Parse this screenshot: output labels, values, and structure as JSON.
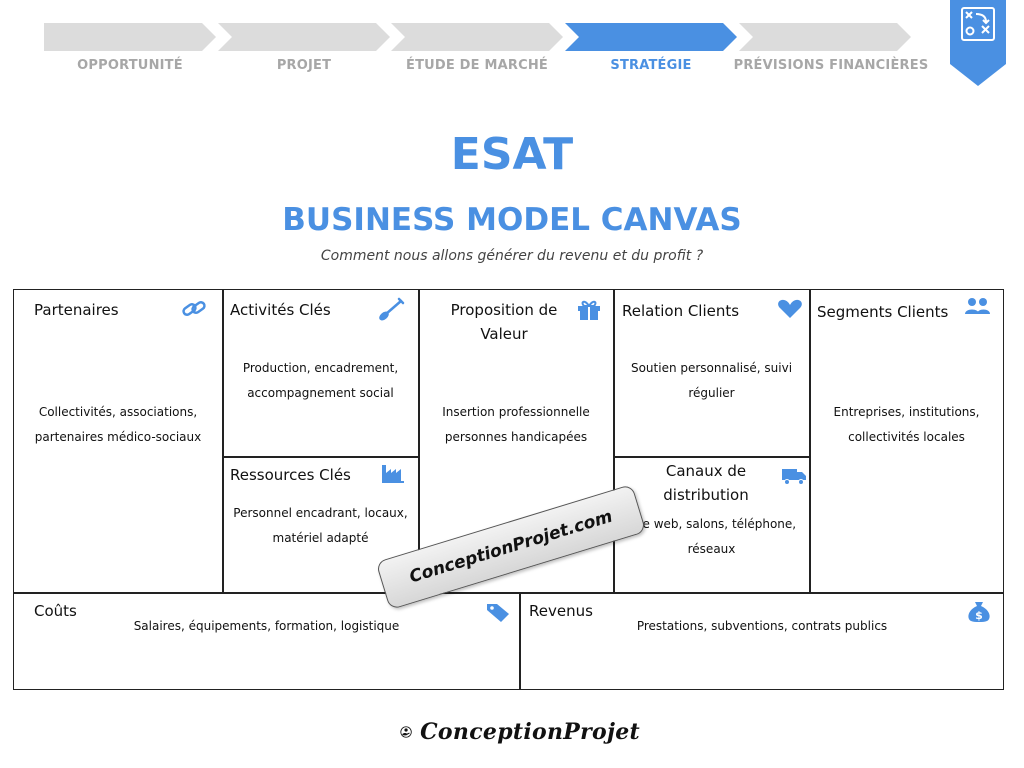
{
  "stepper": {
    "steps": [
      {
        "label": "OPPORTUNITÉ",
        "active": false
      },
      {
        "label": "PROJET",
        "active": false
      },
      {
        "label": "ÉTUDE DE MARCHÉ",
        "active": false
      },
      {
        "label": "STRATÉGIE",
        "active": true
      },
      {
        "label": "PRÉVISIONS FINANCIÈRES",
        "active": false
      }
    ],
    "inactive_color": "#dcdcdc",
    "active_color": "#4a90e2",
    "badge_icon": "strategy-board-icon"
  },
  "header": {
    "title": "ESAT",
    "subtitle": "BUSINESS MODEL CANVAS",
    "description": "Comment nous allons générer du revenu et du profit ?"
  },
  "canvas": {
    "partenaires": {
      "title": "Partenaires",
      "icon": "link-icon",
      "body": [
        "Collectivités, associations,",
        "partenaires médico-sociaux"
      ]
    },
    "activites": {
      "title": "Activités Clés",
      "icon": "shovel-icon",
      "body": [
        "Production, encadrement,",
        "accompagnement social"
      ]
    },
    "ressources": {
      "title": "Ressources Clés",
      "icon": "factory-icon",
      "body": [
        "Personnel encadrant, locaux,",
        "matériel adapté"
      ]
    },
    "proposition": {
      "title_lines": [
        "Proposition de",
        "Valeur"
      ],
      "icon": "gift-icon",
      "body": [
        "Insertion professionnelle",
        "personnes handicapées"
      ]
    },
    "relation": {
      "title": "Relation Clients",
      "icon": "heart-icon",
      "body": [
        "Soutien personnalisé, suivi",
        "régulier"
      ]
    },
    "canaux": {
      "title_lines": [
        "Canaux de",
        "distribution"
      ],
      "icon": "truck-icon",
      "body": [
        "Site web, salons, téléphone,",
        "réseaux"
      ]
    },
    "segments": {
      "title": "Segments Clients",
      "icon": "users-icon",
      "body": [
        "Entreprises, institutions,",
        "collectivités locales"
      ]
    },
    "couts": {
      "title": "Coûts",
      "icon": "price-tag-icon",
      "body": [
        "Salaires, équipements, formation, logistique"
      ]
    },
    "revenus": {
      "title": "Revenus",
      "icon": "money-bag-icon",
      "body": [
        "Prestations, subventions, contrats publics"
      ]
    },
    "icon_color": "#4a90e2"
  },
  "watermark": {
    "text": "ConceptionProjet.com"
  },
  "footer": {
    "brand": "ConceptionProjet",
    "icon": "hand-coin-icon"
  }
}
